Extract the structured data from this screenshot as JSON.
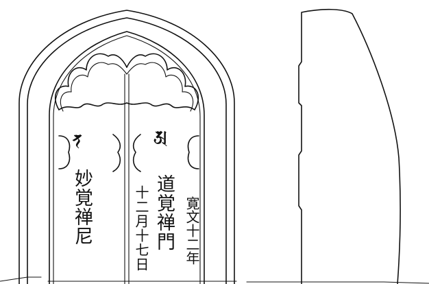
{
  "inscriptions": {
    "seed_left": "𑖝",
    "seed_right": "𑖀",
    "posthumous_name_woman": "妙覚禅尼",
    "posthumous_name_man": "道覚禅門",
    "date_month_day": "十二月十七日",
    "era_year": "寛文十二年"
  },
  "icons": [
    "gravestone-front-outline",
    "gravestone-side-profile"
  ]
}
